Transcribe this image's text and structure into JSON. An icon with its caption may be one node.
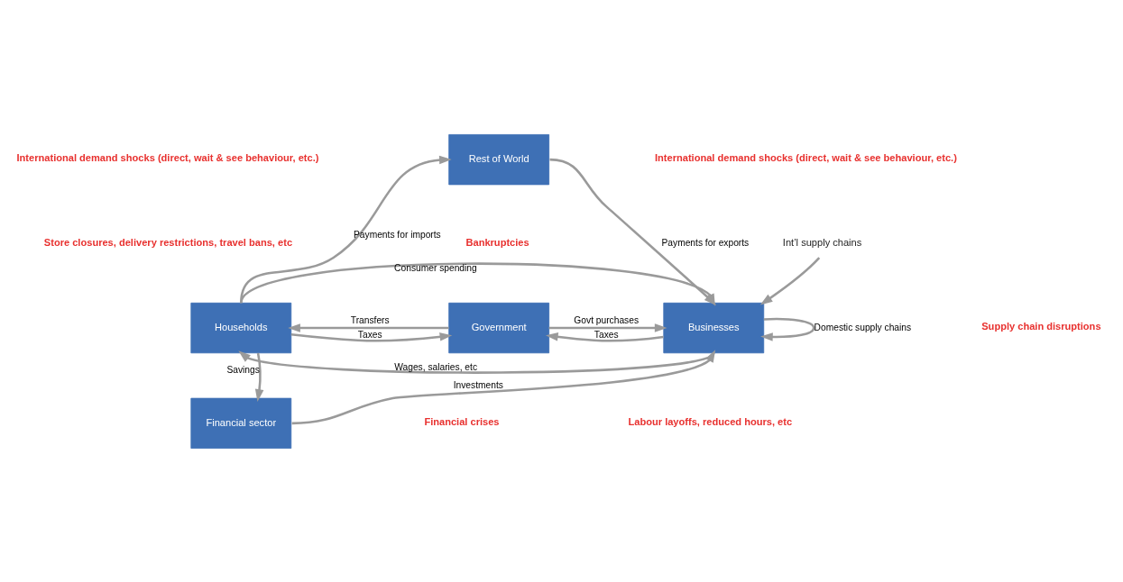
{
  "diagram": {
    "nodes": [
      {
        "text": [
          "Rest of World"
        ]
      },
      {
        "text": [
          "Households"
        ]
      },
      {
        "text": [
          "Government"
        ]
      },
      {
        "text": [
          "Businesses"
        ]
      },
      {
        "text": [
          "Financial sector"
        ]
      },
      {
        "text": [
          "Int’l supply chains"
        ]
      }
    ],
    "edges": [
      {
        "from": 1,
        "to": 0,
        "arrow": "to",
        "label": "Payments for imports"
      },
      {
        "from": 0,
        "to": 3,
        "arrow": "to",
        "label": "Payments for exports"
      },
      {
        "from": 1,
        "to": 3,
        "arrow": "to",
        "label": "Consumer spending"
      },
      {
        "from": 1,
        "to": 2,
        "arrow": "to",
        "label": "Taxes"
      },
      {
        "from": 2,
        "to": 1,
        "arrow": "to",
        "label": "Transfers"
      },
      {
        "from": 2,
        "to": 3,
        "arrow": "to",
        "label": "Govt purchases"
      },
      {
        "from": 3,
        "to": 2,
        "arrow": "to",
        "label": "Taxes"
      },
      {
        "from": 3,
        "to": 1,
        "arrow": "to",
        "label": "Wages, salaries, etc"
      },
      {
        "from": 1,
        "to": 4,
        "arrow": "to",
        "label": "Savings"
      },
      {
        "from": 4,
        "to": 3,
        "arrow": "to",
        "label": "Investments"
      },
      {
        "from": 5,
        "to": 3,
        "arrow": "to"
      },
      {
        "from": 3,
        "to": 3,
        "arrow": "to",
        "label": "Domestic supply chains"
      }
    ],
    "labels": [
      "International demand shocks (direct, wait & see behaviour, etc.)",
      "International demand shocks (direct, wait & see behaviour, etc.)",
      "Store closures, delivery restrictions, travel bans, etc",
      "Supply chain disruptions",
      "Bankruptcies",
      "Labour layoffs, reduced hours, etc",
      "Financial crises"
    ]
  }
}
